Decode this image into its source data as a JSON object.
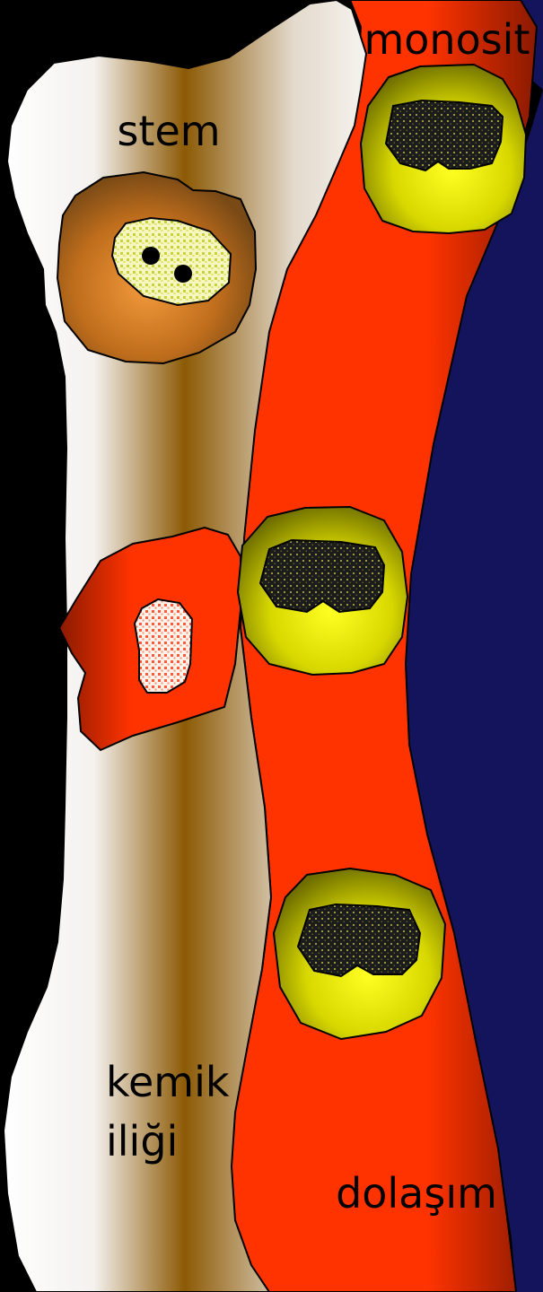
{
  "labels": {
    "stem": "stem",
    "monocyte": "monosit",
    "marrow_line1": "kemik",
    "marrow_line2": "iliği",
    "circulation": "dolaşım"
  },
  "colors": {
    "background": "#000000",
    "tissue": "#14145c",
    "vessel": "#ff3300",
    "bone_light": "#f4f1ee",
    "bone_dark": "#8c5a05",
    "stem_cell": "#c06e1c",
    "monocyte": "#d8d800"
  }
}
